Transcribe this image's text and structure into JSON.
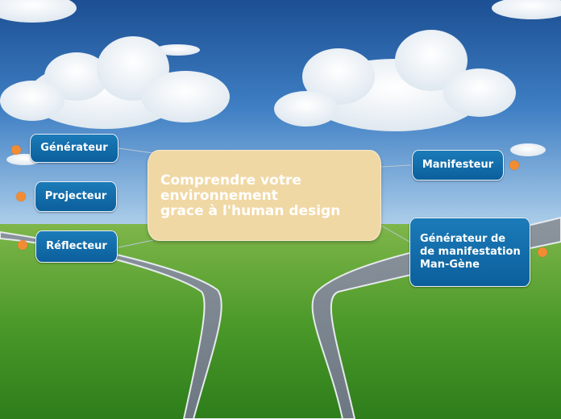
{
  "central": {
    "text": "Comprendre votre\nenvironnement\ngrace à l'human design"
  },
  "nodes": {
    "generateur": "Générateur",
    "projecteur": "Projecteur",
    "reflecteur": "Réflecteur",
    "manifesteur": "Manifesteur",
    "generateur_manifestation": "Générateur de\nde manifestation\nMan-Gène"
  },
  "colors": {
    "node_fill": "#0b5f9c",
    "node_border": "#e9f1f8",
    "central_fill": "#f0d8a5",
    "connector_dot": "#f18c34",
    "text": "#ffffff"
  }
}
